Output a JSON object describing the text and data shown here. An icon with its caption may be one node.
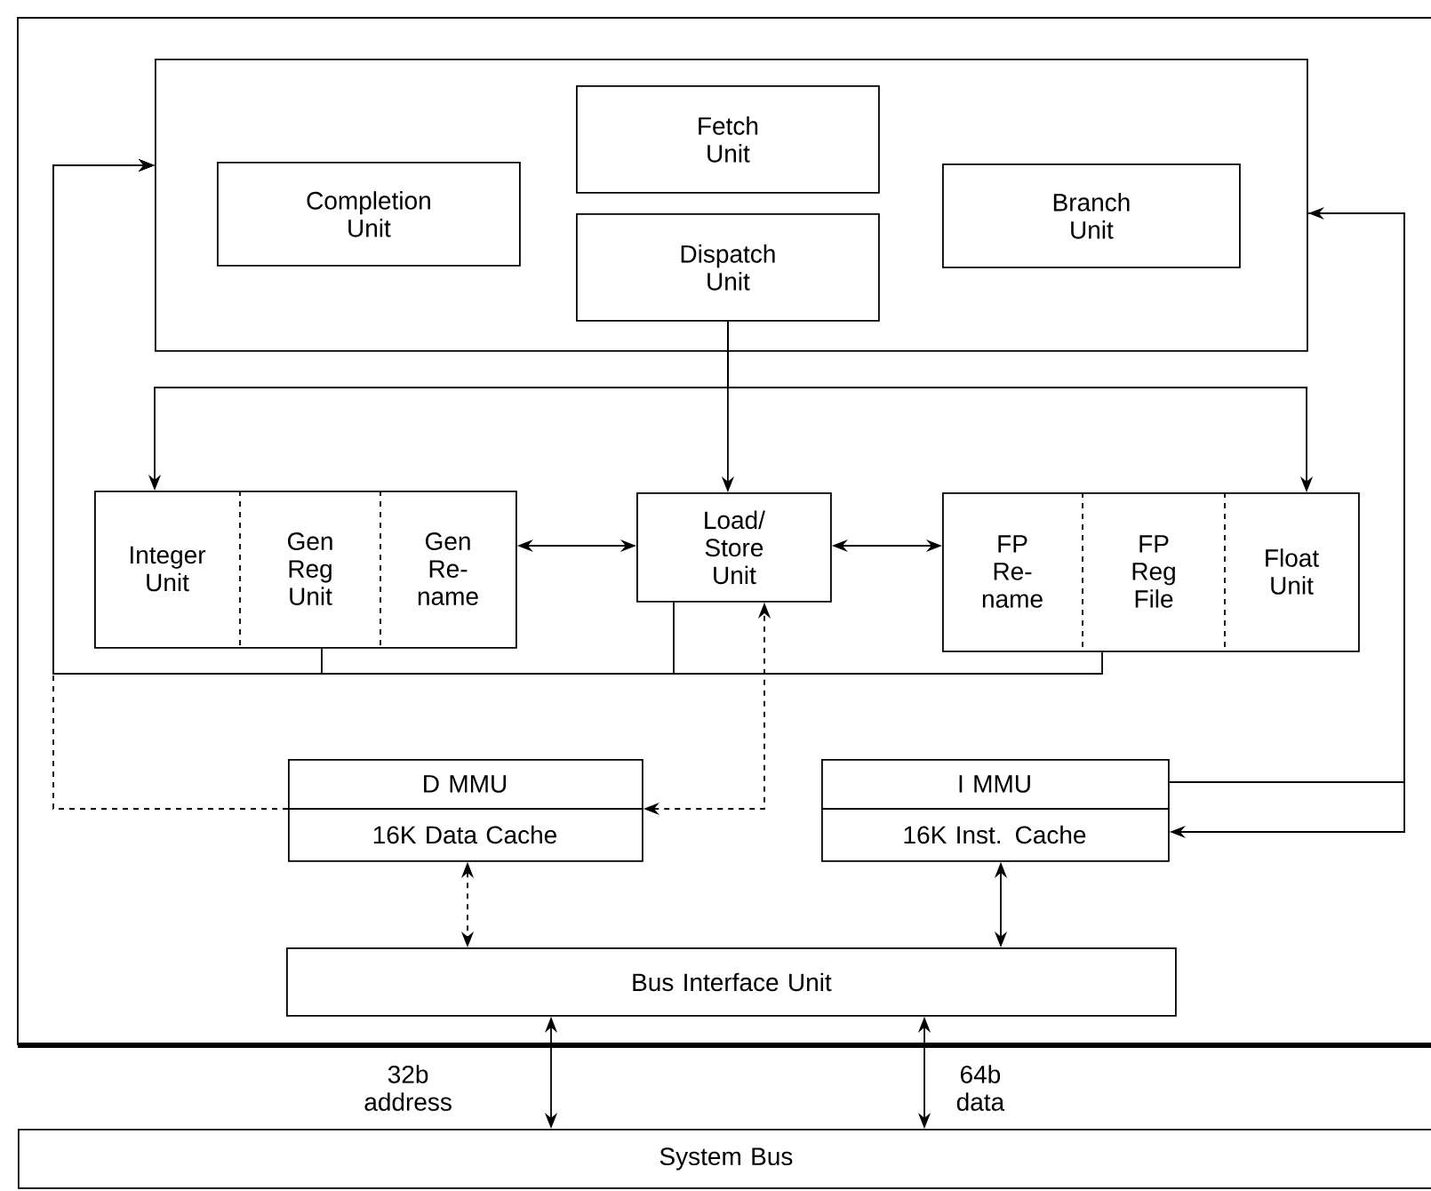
{
  "diagram": {
    "nodes": [
      {
        "text": [],
        "shape": "box"
      },
      {
        "text": [],
        "shape": "box",
        "in": 0
      },
      {
        "text": [
          "Fetch Unit"
        ],
        "in": 1
      },
      {
        "text": [
          "Completion Unit"
        ],
        "in": 1
      },
      {
        "text": [
          "Dispatch Unit"
        ],
        "in": 1
      },
      {
        "text": [
          "Branch Unit"
        ],
        "in": 1
      },
      {
        "text": [
          "Integer Unit",
          "Gen Reg Unit",
          "Gen Re- name"
        ],
        "in": 0
      },
      {
        "text": [
          "Load/ Store Unit"
        ],
        "in": 0
      },
      {
        "text": [
          "FP Re- name",
          "FP Reg File",
          "Float Unit"
        ],
        "in": 0
      },
      {
        "text": [
          "D MMU",
          "16K Data Cache"
        ],
        "in": 0
      },
      {
        "text": [
          "I MMU",
          "16K Inst. Cache"
        ],
        "in": 0
      },
      {
        "text": [
          "Bus Interface Unit"
        ],
        "in": 0
      },
      {
        "text": [
          "System Bus"
        ]
      }
    ],
    "edges": [
      {
        "from": 4,
        "to": 7,
        "arrow": "to"
      },
      {
        "from": 4,
        "to": 6,
        "arrow": "to"
      },
      {
        "from": 4,
        "to": 8,
        "arrow": "to"
      },
      {
        "from": 6,
        "to": 7,
        "arrow": "both"
      },
      {
        "from": 7,
        "to": 8,
        "arrow": "both"
      },
      {
        "from": 6,
        "to": 1,
        "arrow": "to"
      },
      {
        "from": 7,
        "to": 1,
        "arrow": "to"
      },
      {
        "from": 8,
        "to": 1,
        "arrow": "to"
      },
      {
        "from": 9,
        "to": 1,
        "arrow": "to",
        "style": "dashed"
      },
      {
        "from": 9,
        "to": 7,
        "arrow": "both",
        "style": "dashed"
      },
      {
        "from": 10,
        "to": 1,
        "arrow": "to"
      },
      {
        "from": 1,
        "to": 10,
        "arrow": "to"
      },
      {
        "from": 9,
        "to": 11,
        "arrow": "both",
        "style": "dashed"
      },
      {
        "from": 10,
        "to": 11,
        "arrow": "both"
      },
      {
        "from": 11,
        "to": 12,
        "arrow": "both",
        "label": "32b address"
      },
      {
        "from": 11,
        "to": 12,
        "arrow": "both",
        "label": "64b data"
      }
    ]
  }
}
